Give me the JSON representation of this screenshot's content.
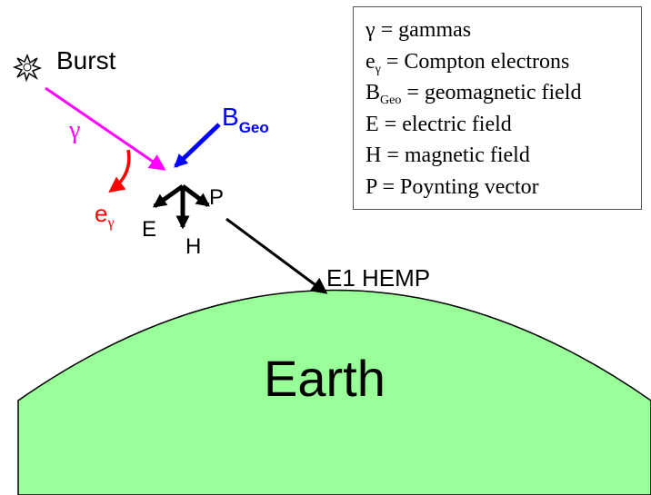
{
  "diagram": {
    "burst_label": "Burst",
    "gamma_symbol": "γ",
    "electron_base": "e",
    "electron_sub": "γ",
    "bgeo_base": "B",
    "bgeo_sub": "Geo",
    "e_label": "E",
    "h_label": "H",
    "p_label": "P",
    "e1_hemp_label": "E1 HEMP",
    "earth_label": "Earth"
  },
  "legend": {
    "items": [
      {
        "symbol": "γ",
        "sub": "",
        "text": " = gammas"
      },
      {
        "symbol": "e",
        "sub": "γ",
        "text": " = Compton electrons"
      },
      {
        "symbol": "B",
        "sub": "Geo",
        "text": " = geomagnetic field"
      },
      {
        "symbol": "E",
        "sub": "",
        "text": " = electric field"
      },
      {
        "symbol": "H",
        "sub": "",
        "text": " = magnetic field"
      },
      {
        "symbol": "P",
        "sub": "",
        "text": " = Poynting vector"
      }
    ]
  },
  "colors": {
    "earth_fill": "#99ff99",
    "gamma": "#ff00ff",
    "electron": "#ff0000",
    "bgeo": "#0000ff",
    "fields": "#000000"
  }
}
